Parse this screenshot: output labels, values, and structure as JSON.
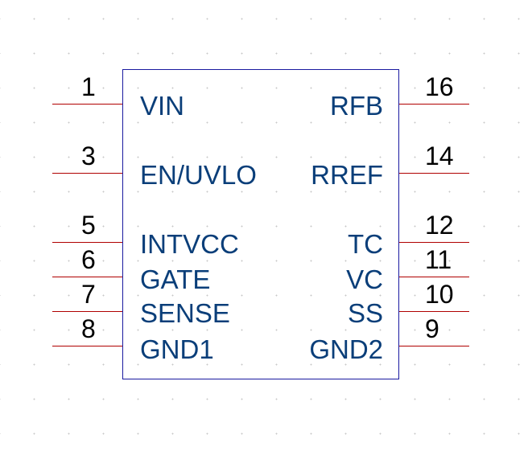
{
  "component": {
    "left_pins": [
      {
        "number": "1",
        "name": "VIN"
      },
      {
        "number": "3",
        "name": "EN/UVLO"
      },
      {
        "number": "5",
        "name": "INTVCC"
      },
      {
        "number": "6",
        "name": "GATE"
      },
      {
        "number": "7",
        "name": "SENSE"
      },
      {
        "number": "8",
        "name": "GND1"
      }
    ],
    "right_pins": [
      {
        "number": "16",
        "name": "RFB"
      },
      {
        "number": "14",
        "name": "RREF"
      },
      {
        "number": "12",
        "name": "TC"
      },
      {
        "number": "11",
        "name": "VC"
      },
      {
        "number": "10",
        "name": "SS"
      },
      {
        "number": "9",
        "name": "GND2"
      }
    ]
  },
  "colors": {
    "body_outline": "#1a1aa0",
    "pin_line": "#b00000",
    "pin_name": "#0a3e79",
    "pin_number": "#000000",
    "grid_dot": "#c8c8c8"
  }
}
